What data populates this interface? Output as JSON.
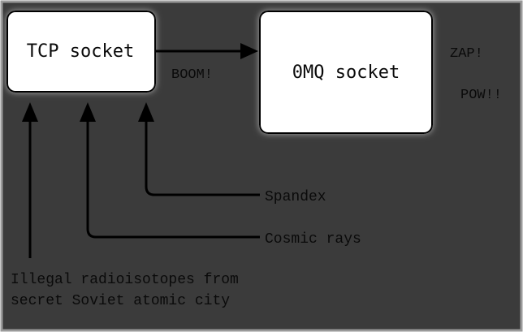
{
  "diagram": {
    "nodes": {
      "tcp_socket": {
        "label": "TCP socket"
      },
      "zmq_socket": {
        "label": "0MQ socket"
      }
    },
    "edge_labels": {
      "boom": "BOOM!",
      "zap": "ZAP!",
      "pow": "POW!!"
    },
    "inputs": {
      "spandex": "Spandex",
      "cosmic_rays": "Cosmic rays",
      "radioisotopes_line1": "Illegal radioisotopes from",
      "radioisotopes_line2": "secret Soviet atomic city"
    }
  },
  "colors": {
    "background": "#3b3b3b",
    "frame": "#9a9a9a",
    "box_fill": "#ffffff",
    "box_stroke": "#000000",
    "line": "#000000",
    "text": "#0a0a0a"
  }
}
